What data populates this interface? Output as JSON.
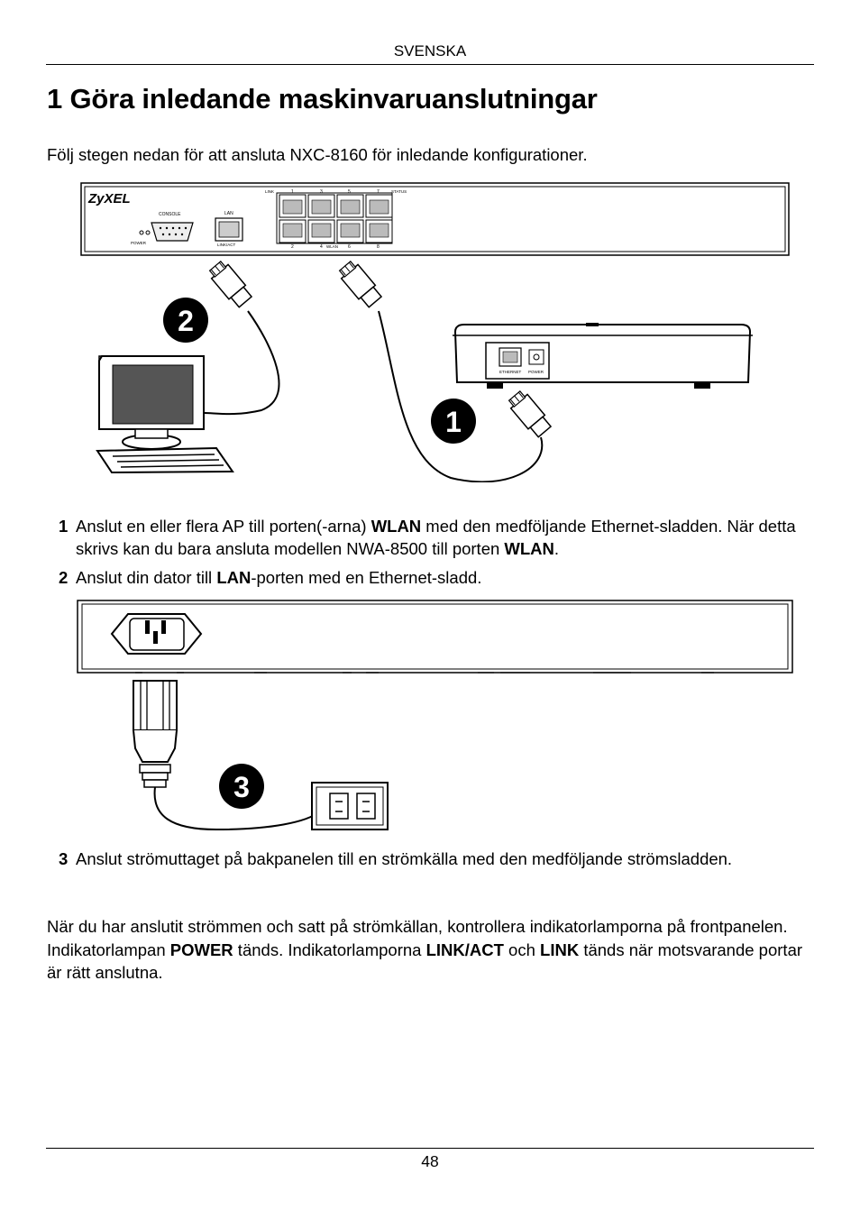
{
  "header": {
    "language": "SVENSKA"
  },
  "title": "1 Göra inledande maskinvaruanslutningar",
  "intro": "Följ stegen nedan för att ansluta NXC-8160 för inledande konfigurationer.",
  "figure1": {
    "brand": "ZyXEL",
    "labels": {
      "console": "CONSOLE",
      "power": "POWER",
      "lan": "LAN",
      "link_act": "LINK/ACT",
      "link": "LINK",
      "status": "STATUS",
      "wlan": "WLAN",
      "ethernet": "ETHERNET",
      "ap_power": "POWER"
    },
    "top_port_numbers": [
      "1",
      "3",
      "5",
      "7"
    ],
    "bottom_port_numbers": [
      "2",
      "4",
      "6",
      "8"
    ],
    "callouts": [
      "2",
      "1"
    ]
  },
  "steps": [
    {
      "num": "1",
      "parts": [
        "Anslut en eller flera AP till porten(-arna) ",
        "WLAN",
        " med den medföljande Ethernet-sladden. När detta skrivs kan du bara ansluta modellen NWA-8500 till porten ",
        "WLAN",
        "."
      ]
    },
    {
      "num": "2",
      "parts": [
        "Anslut din dator till ",
        "LAN",
        "-porten med en Ethernet-sladd."
      ]
    },
    {
      "num": "3",
      "parts": [
        "Anslut strömuttaget på bakpanelen till en strömkälla med den medföljande strömsladden."
      ]
    }
  ],
  "figure2": {
    "callout": "3"
  },
  "closing": {
    "parts": [
      "När du har anslutit strömmen och satt på strömkällan, kontrollera indikatorlamporna på frontpanelen. Indikatorlampan ",
      "POWER",
      " tänds. Indikatorlamporna ",
      "LINK/ACT",
      " och ",
      "LINK",
      " tänds när motsvarande portar är rätt anslutna."
    ]
  },
  "page_number": "48"
}
